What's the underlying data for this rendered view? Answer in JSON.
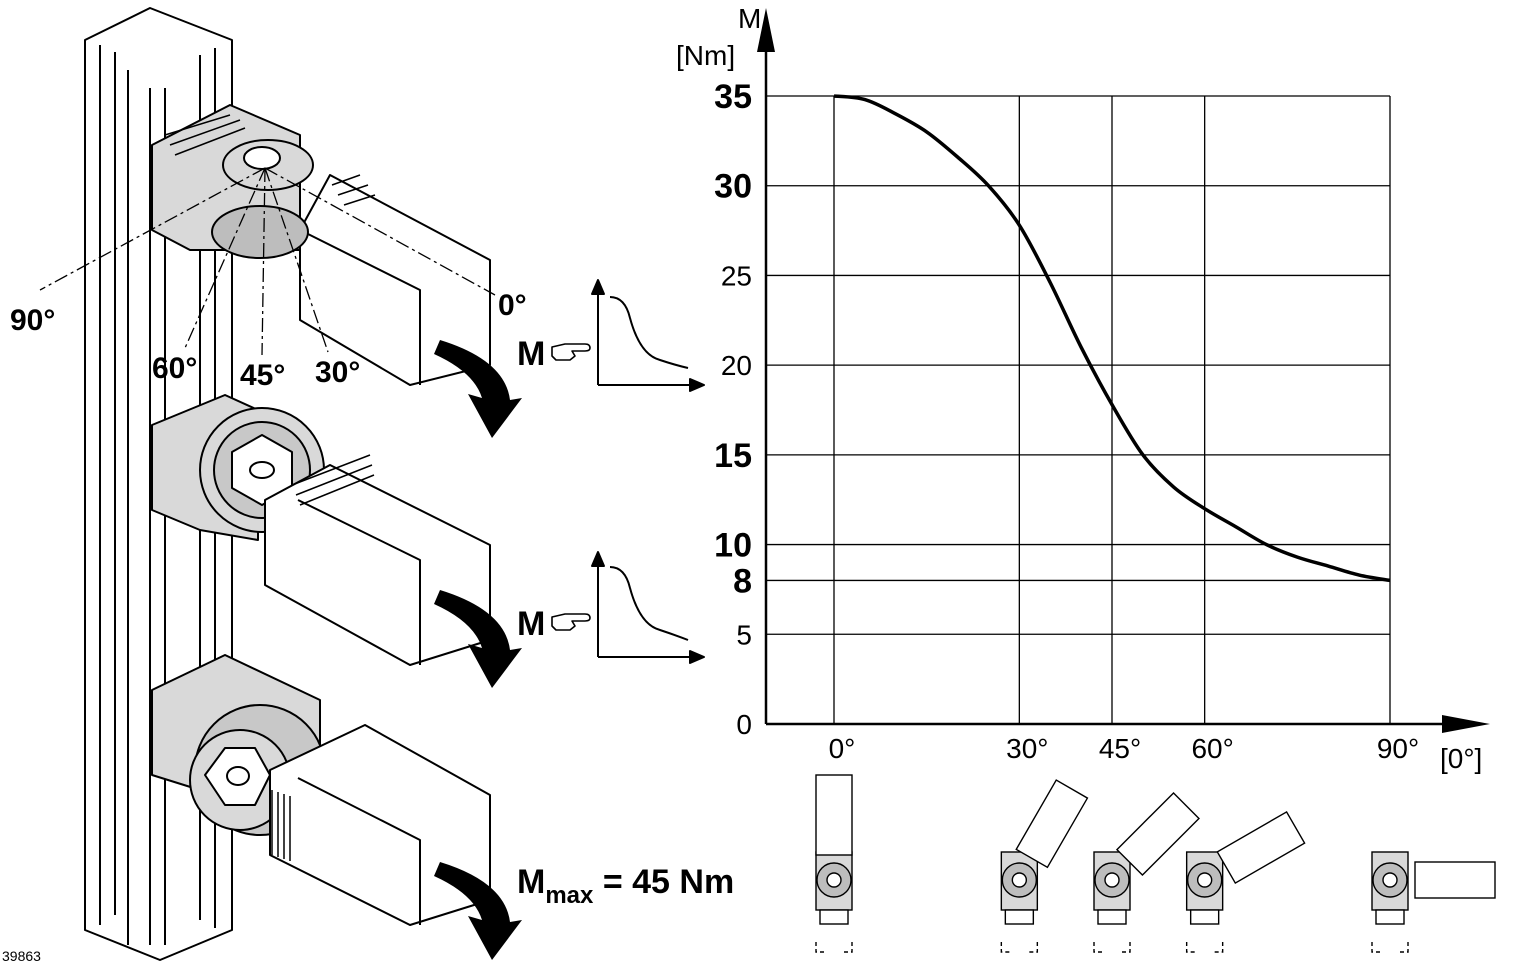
{
  "figure_id": "39863",
  "illustration": {
    "angle_labels": [
      "90°",
      "60°",
      "45°",
      "30°",
      "0°"
    ],
    "moment_symbol": "M",
    "max_moment": {
      "symbol": "M",
      "subscript": "max",
      "value_text": " = 45 Nm"
    }
  },
  "colors": {
    "line": "#000000",
    "grid": "#000000",
    "part_fill": "#d9d9d9",
    "part_dark": "#9a9a9a"
  },
  "chart_data": {
    "type": "line",
    "title": "",
    "ylabel_top": "M",
    "ylabel_unit": "[Nm]",
    "xlabel": "[0°]",
    "x": [
      0,
      5,
      10,
      15,
      20,
      25,
      30,
      35,
      40,
      45,
      50,
      55,
      60,
      65,
      70,
      75,
      80,
      85,
      90
    ],
    "y": [
      35,
      34.8,
      34.0,
      33.0,
      31.6,
      30.0,
      27.8,
      24.6,
      21.0,
      17.8,
      15.0,
      13.2,
      12.0,
      11.0,
      10.0,
      9.3,
      8.8,
      8.3,
      8.0
    ],
    "xlim": [
      0,
      90
    ],
    "ylim": [
      0,
      35
    ],
    "xticks": [
      {
        "value": 0,
        "label": "0°"
      },
      {
        "value": 30,
        "label": "30°"
      },
      {
        "value": 45,
        "label": "45°"
      },
      {
        "value": 60,
        "label": "60°"
      },
      {
        "value": 90,
        "label": "90°"
      }
    ],
    "yticks": [
      {
        "value": 0,
        "label": "0",
        "bold": false
      },
      {
        "value": 5,
        "label": "5",
        "bold": false
      },
      {
        "value": 8,
        "label": "8",
        "bold": true
      },
      {
        "value": 10,
        "label": "10",
        "bold": true
      },
      {
        "value": 15,
        "label": "15",
        "bold": true
      },
      {
        "value": 20,
        "label": "20",
        "bold": false
      },
      {
        "value": 25,
        "label": "25",
        "bold": false
      },
      {
        "value": 30,
        "label": "30",
        "bold": true
      },
      {
        "value": 35,
        "label": "35",
        "bold": true
      }
    ],
    "grid": true
  }
}
